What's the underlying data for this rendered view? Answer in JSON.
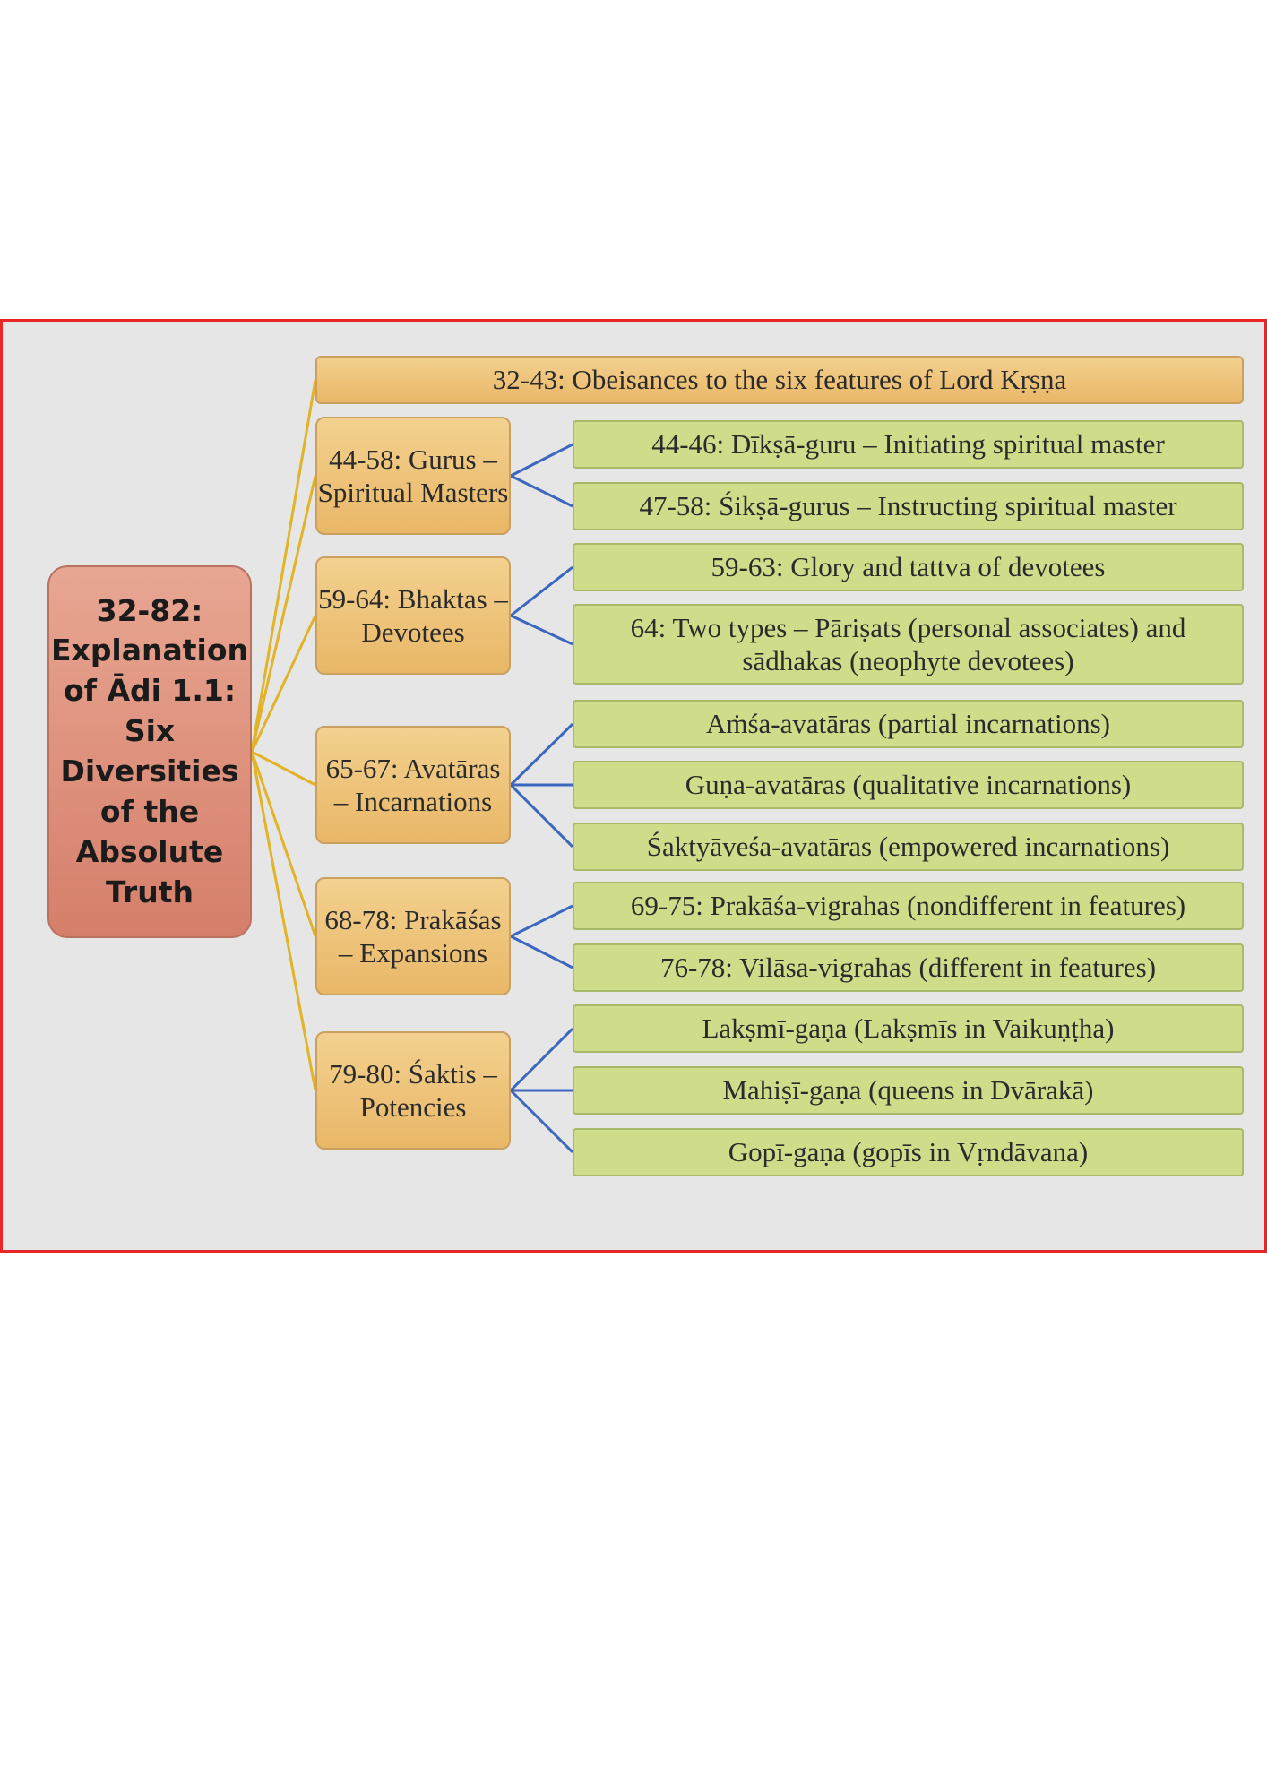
{
  "diagram": {
    "root": "32-82: Explanation of Ādi 1.1: Six Diversities of the Absolute Truth",
    "branches": [
      {
        "label": "32-43: Obeisances to the six features of Lord Kṛṣṇa",
        "children": []
      },
      {
        "label": "44-58: Gurus – Spiritual Masters",
        "children": [
          "44-46: Dīkṣā-guru – Initiating spiritual master",
          "47-58: Śikṣā-gurus – Instructing spiritual master"
        ]
      },
      {
        "label": "59-64: Bhaktas – Devotees",
        "children": [
          "59-63: Glory and tattva of devotees",
          "64: Two types – Pāriṣats (personal associates) and sādhakas (neophyte devotees)"
        ]
      },
      {
        "label": "65-67: Avatāras – Incarnations",
        "children": [
          "Aṁśa-avatāras (partial incarnations)",
          "Guṇa-avatāras (qualitative incarnations)",
          "Śaktyāveśa-avatāras (empowered incarnations)"
        ]
      },
      {
        "label": "68-78: Prakāśas – Expansions",
        "children": [
          "69-75: Prakāśa-vigrahas (nondifferent in features)",
          "76-78: Vilāsa-vigrahas (different in features)"
        ]
      },
      {
        "label": "79-80: Śaktis – Potencies",
        "children": [
          "Lakṣmī-gaṇa (Lakṣmīs in Vaikuṇṭha)",
          "Mahiṣī-gaṇa (queens in Dvārakā)",
          "Gopī-gaṇa (gopīs in Vṛndāvana)"
        ]
      }
    ]
  },
  "colors": {
    "frame_border": "#e8262a",
    "background": "#e6e6e6",
    "root_fill": "#de9079",
    "branch_fill": "#efc47b",
    "leaf_fill": "#cfdd8b",
    "branch_connector": "#e2b327",
    "leaf_connector": "#3c67bf"
  }
}
